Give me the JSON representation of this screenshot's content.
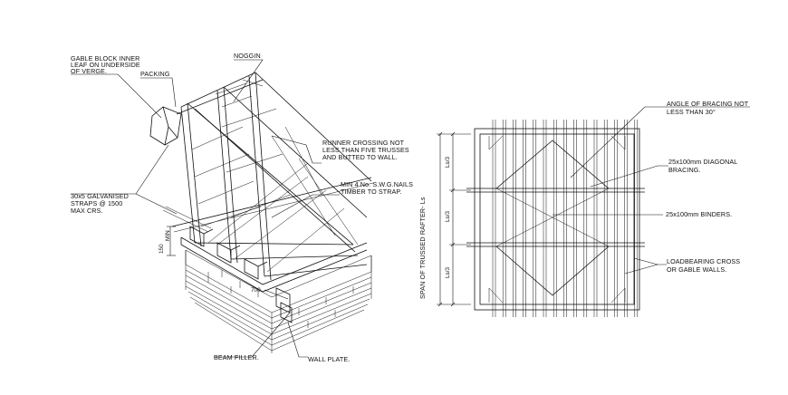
{
  "left_detail": {
    "labels": {
      "gable_block": [
        "GABLE BLOCK INNER",
        "LEAF ON UNDERSIDE",
        "OF VERGE."
      ],
      "packing": "PACKING",
      "noggin": "NOGGIN",
      "runner": [
        "RUNNER CROSSING NOT",
        "LESS THAN FIVE TRUSSES",
        "AND BUTTED TO WALL."
      ],
      "nails": [
        "MIN 4 No. S.W.G.NAILS",
        "TIMBER TO STRAP."
      ],
      "straps": [
        "30x5 GALVANISED",
        "STRAPS @ 1500",
        "MAX CRS."
      ],
      "dim_150": "150",
      "dim_min": "MIN",
      "dim_700": "700",
      "beam_filler": "BEAM FILLER.",
      "wall_plate": "WALL PLATE."
    }
  },
  "right_detail": {
    "labels": {
      "angle": [
        "ANGLE OF BRACING NOT",
        "LESS THAN 30°"
      ],
      "diagonal": [
        "25x100mm DIAGONAL",
        "BRACING."
      ],
      "binders": "25x100mm BINDERS.",
      "loadbearing": [
        "LOADBEARING CROSS",
        "OR GABLE WALLS."
      ],
      "span": "SPAN OF TRUSSED RAFTER- Ls",
      "third_1": "Ls/3",
      "third_2": "Ls/3",
      "third_3": "Ls/3"
    }
  }
}
